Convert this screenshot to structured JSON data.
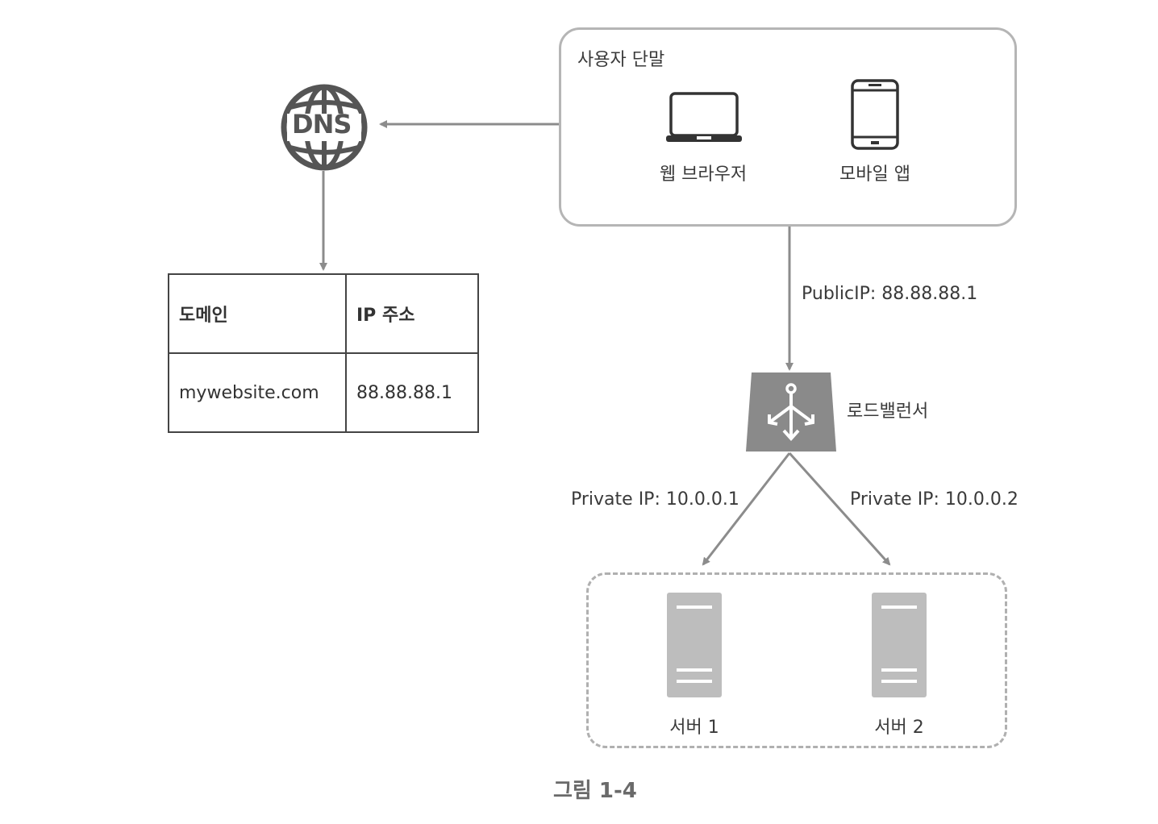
{
  "user_devices": {
    "title": "사용자 단말",
    "web_browser_label": "웹 브라우저",
    "mobile_app_label": "모바일 앱"
  },
  "dns": {
    "icon_text": "DNS",
    "table": {
      "headers": [
        "도메인",
        "IP 주소"
      ],
      "rows": [
        [
          "mywebsite.com",
          "88.88.88.1"
        ]
      ]
    }
  },
  "load_balancer": {
    "label": "로드밸런서",
    "public_ip_label": "PublicIP: 88.88.88.1"
  },
  "servers": {
    "private_ip_1": "Private IP: 10.0.0.1",
    "private_ip_2": "Private IP: 10.0.0.2",
    "server_1_label": "서버 1",
    "server_2_label": "서버 2"
  },
  "caption": "그림 1-4",
  "colors": {
    "arrow": "#8c8c8c",
    "load_balancer_fill": "#8a8a8a",
    "server_fill": "#bdbdbd",
    "box_border": "#b5b5b5"
  }
}
